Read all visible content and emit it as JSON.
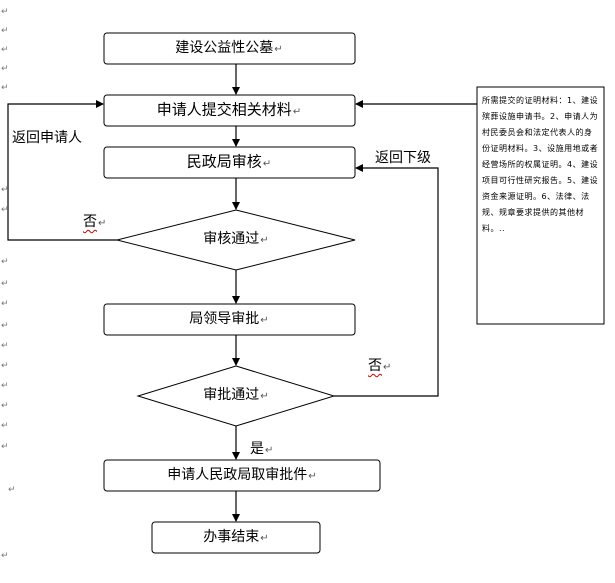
{
  "nodes": {
    "build": "建设公益性公墓",
    "submit": "申请人提交相关材料",
    "review": "民政局审核",
    "review_pass": "审核通过",
    "approve": "局领导审批",
    "approve_pass": "审批通过",
    "collect": "申请人民政局取审批件",
    "done": "办事结束"
  },
  "edges": {
    "return_applicant": "返回申请人",
    "return_lower": "返回下级",
    "no_review": "否",
    "no_approve": "否",
    "yes": "是"
  },
  "paragraph_mark": "↵",
  "note": "所需提交的证明材料：1、建设殡葬设施申请书。2、申请人为村民委员会和法定代表人的身份证明材料。3、设施用地或者经营场所的权属证明。4、建设项目可行性研究报告。5、建设资金来源证明。6、法律、法规、规章要求提供的其他材料。.."
}
